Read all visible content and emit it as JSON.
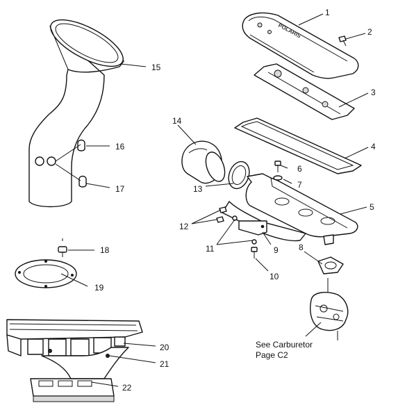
{
  "callouts": [
    {
      "id": "1",
      "label": "1"
    },
    {
      "id": "2",
      "label": "2"
    },
    {
      "id": "3",
      "label": "3"
    },
    {
      "id": "4",
      "label": "4"
    },
    {
      "id": "5",
      "label": "5"
    },
    {
      "id": "6",
      "label": "6"
    },
    {
      "id": "7",
      "label": "7"
    },
    {
      "id": "8",
      "label": "8"
    },
    {
      "id": "9",
      "label": "9"
    },
    {
      "id": "10",
      "label": "10"
    },
    {
      "id": "11",
      "label": "11"
    },
    {
      "id": "12",
      "label": "12"
    },
    {
      "id": "13",
      "label": "13"
    },
    {
      "id": "14",
      "label": "14"
    },
    {
      "id": "15",
      "label": "15"
    },
    {
      "id": "16",
      "label": "16"
    },
    {
      "id": "17",
      "label": "17"
    },
    {
      "id": "18",
      "label": "18"
    },
    {
      "id": "19",
      "label": "19"
    },
    {
      "id": "20",
      "label": "20"
    },
    {
      "id": "21",
      "label": "21"
    },
    {
      "id": "22",
      "label": "22"
    }
  ],
  "note": {
    "line1": "See Carburetor",
    "line2": "Page C2"
  },
  "cover_branding": "POLARIS"
}
